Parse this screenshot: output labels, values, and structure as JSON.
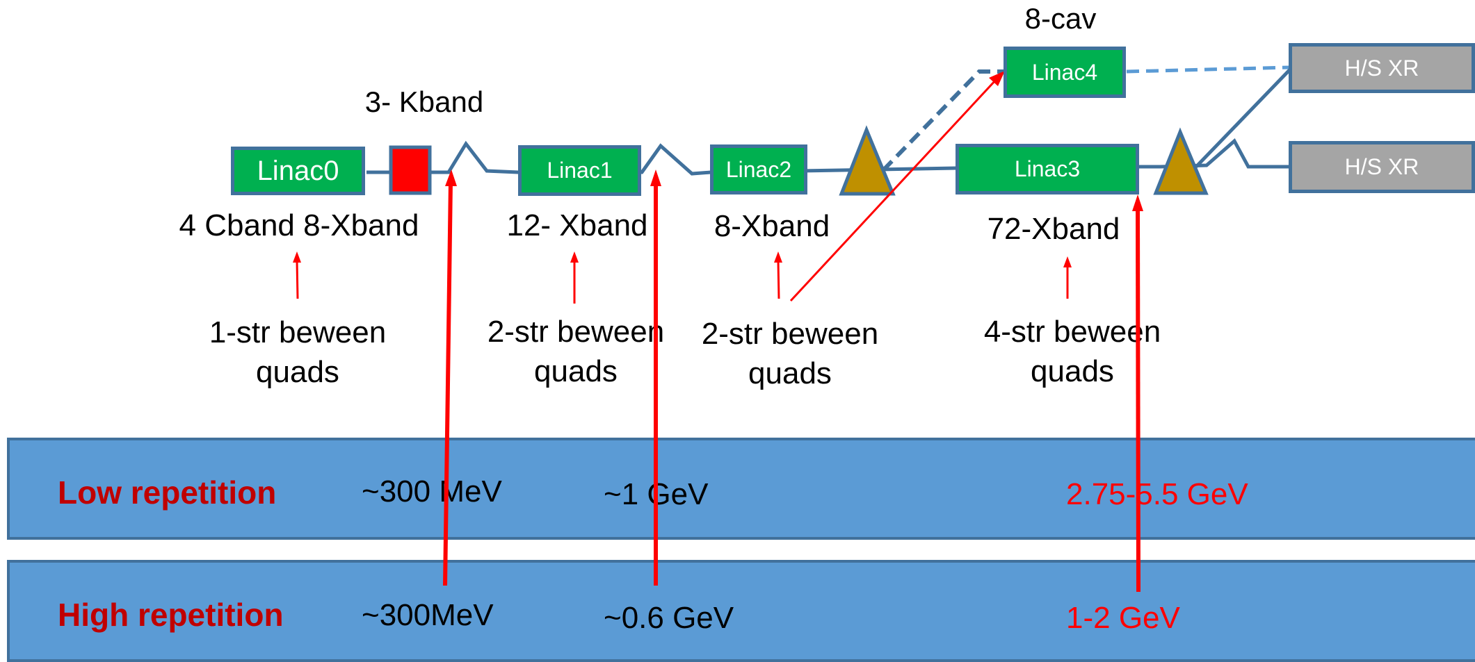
{
  "colors": {
    "module": "#00b050",
    "module_border": "#41719c",
    "beamline": "#41719c",
    "dashed_line": "#5b9bd5",
    "xray_box": "#a5a5a5",
    "kband_block": "#ff0000",
    "chicane_triangle": "#bf9000",
    "band_fill": "#5b9bd5",
    "band_title": "#c00000",
    "arrow": "#ff0000"
  },
  "modules": {
    "linac0": "Linac0",
    "linac1": "Linac1",
    "linac2": "Linac2",
    "linac3": "Linac3",
    "linac4": "Linac4",
    "xray_upper": "H/S XR",
    "xray_lower": "H/S XR"
  },
  "labels": {
    "cav8": "8-cav",
    "kband3": "3- Kband",
    "linac0_structures": "4 Cband 8-Xband",
    "linac1_structures": "12- Xband",
    "linac2_structures": "8-Xband",
    "linac3_structures": "72-Xband"
  },
  "quad_notes": [
    {
      "line1": "1-str beween",
      "line2": "quads"
    },
    {
      "line1": "2-str beween",
      "line2": "quads"
    },
    {
      "line1": "2-str beween",
      "line2": "quads"
    },
    {
      "line1": "4-str beween",
      "line2": "quads"
    }
  ],
  "bands": {
    "low": {
      "title": "Low repetition",
      "e1": "~300 MeV",
      "e2": "~1 GeV",
      "e3": "2.75-5.5 GeV"
    },
    "high": {
      "title": "High repetition",
      "e1": "~300MeV",
      "e2": "~0.6 GeV",
      "e3": "1-2 GeV"
    }
  }
}
